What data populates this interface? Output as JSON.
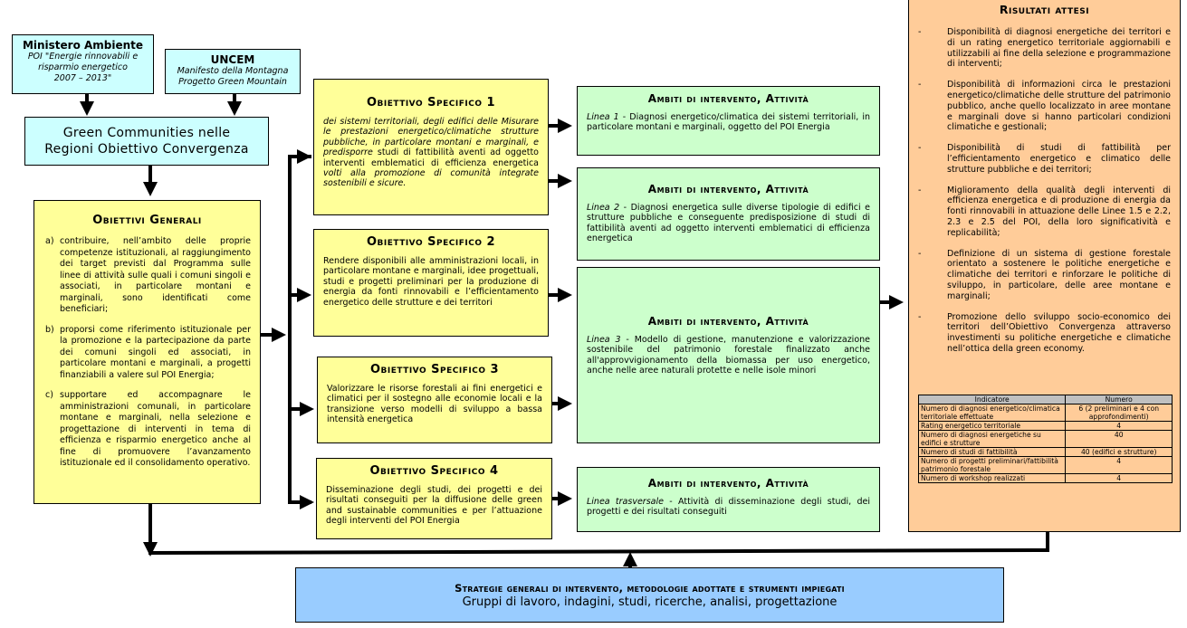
{
  "sources": [
    {
      "title": "Ministero Ambiente",
      "subtitle_lines": [
        "POI \"Energie rinnovabili e",
        "risparmio energetico",
        "2007 – 2013\""
      ]
    },
    {
      "title": "UNCEM",
      "subtitle_lines": [
        "Manifesto della Montagna",
        "Progetto Green Mountain"
      ]
    }
  ],
  "program": {
    "title_lines": [
      "Green Communities nelle",
      "Regioni Obiettivo Convergenza"
    ]
  },
  "obiettivi_generali": {
    "title": "Obiettivi Generali",
    "items": [
      {
        "marker": "a)",
        "text": "contribuire, nell’ambito delle proprie competenze istituzionali, al raggiungimento dei target previsti dal Programma sulle linee di attività sulle quali i comuni singoli e associati, in particolare montani e marginali, sono identificati come beneficiari;"
      },
      {
        "marker": "b)",
        "text": "proporsi come riferimento istituzionale per la promozione e la partecipazione da parte dei comuni singoli ed associati, in particolare montani e marginali, a progetti finanziabili a valere sul POI Energia;"
      },
      {
        "marker": "c)",
        "text": "supportare ed accompagnare le amministrazioni comunali, in particolare montane e marginali, nella selezione e progettazione di interventi in tema di efficienza e risparmio energetico anche al fine di promuovere l’avanzamento istituzionale ed il consolidamento operativo."
      }
    ]
  },
  "obiettivi_specifici": [
    {
      "title": "Obiettivo Specifico 1",
      "italic_a": "dei sistemi territoriali, degli edifici delle Misurare le prestazioni energetico/climatiche strutture pubbliche, in particolare montani e marginali, e predisporre",
      "normal": " studi di fattibilità aventi ad oggetto interventi emblematici di efficienza energetica ",
      "italic_b": "volti alla promozione di comunità integrate sostenibili e sicure."
    },
    {
      "title": "Obiettivo Specifico 2",
      "text": "Rendere disponibili alle amministrazioni locali, in particolare montane e marginali, idee progettuali, studi e progetti preliminari per la produzione di energia da fonti rinnovabili e l’efficientamento energetico delle strutture e dei territori"
    },
    {
      "title": "Obiettivo Specifico 3",
      "text": "Valorizzare le risorse forestali ai fini energetici e climatici per il sostegno alle economie locali e la transizione verso modelli di sviluppo a bassa intensità energetica"
    },
    {
      "title": "Obiettivo Specifico 4",
      "text": "Disseminazione degli studi, dei progetti e dei risultati conseguiti per la diffusione delle green and sustainable communities e per l’attuazione degli interventi del POI Energia"
    }
  ],
  "ambiti": [
    {
      "title": "Ambiti di intervento, Attività",
      "line_label": "Linea 1",
      "text": " - Diagnosi energetico/climatica dei sistemi territoriali, in particolare montani e marginali, oggetto del POI Energia"
    },
    {
      "title": "Ambiti di intervento, Attività",
      "line_label": "Linea 2",
      "text": " - Diagnosi energetica sulle diverse tipologie di edifici e strutture pubbliche e conseguente predisposizione di studi di fattibilità aventi ad oggetto interventi emblematici di efficienza energetica"
    },
    {
      "title": "Ambiti di intervento, Attività",
      "line_label": "Linea 3",
      "text": " - Modello di gestione, manutenzione e valorizzazione sostenibile del patrimonio forestale finalizzato anche all'approvvigionamento della biomassa per uso energetico, anche nelle aree naturali protette e nelle isole minori"
    },
    {
      "title": "Ambiti di intervento, Attività",
      "line_label": "Linea trasversale",
      "text": " - Attività di disseminazione degli studi, dei progetti e dei risultati conseguiti"
    }
  ],
  "risultati": {
    "title": "Risultati attesi",
    "items": [
      {
        "marker": "-",
        "text": "Disponibilità di diagnosi energetiche dei territori e di un rating energetico territoriale aggiornabili e utilizzabili ai fine della selezione e programmazione di interventi;"
      },
      {
        "marker": "-",
        "text": "Disponibilità di informazioni circa le prestazioni energetico/climatiche delle strutture del patrimonio pubblico, anche quello localizzato in aree montane e marginali dove si hanno particolari condizioni climatiche e gestionali;"
      },
      {
        "marker": "-",
        "text": "Disponibilità di studi di fattibilità per l’efficientamento energetico e climatico delle strutture pubbliche e dei territori;"
      },
      {
        "marker": "-",
        "text": "Miglioramento della qualità degli interventi di efficienza energetica e di produzione di energia da fonti rinnovabili in attuazione delle Linee 1.5 e 2.2, 2.3 e 2.5 del POI, della loro significatività e replicabilità;"
      },
      {
        "marker": "-",
        "text": "Definizione di un sistema di gestione forestale orientato a sostenere le politiche energetiche e climatiche dei territori e rinforzare le politiche di sviluppo, in particolare, delle aree montane e marginali;"
      },
      {
        "marker": "-",
        "text": "Promozione dello sviluppo socio-economico dei territori dell’Obiettivo Convergenza attraverso investimenti su politiche energetiche e climatiche nell’ottica della green economy."
      }
    ],
    "table": {
      "headers": [
        "Indicatore",
        "Numero"
      ],
      "rows": [
        [
          "Numero di diagnosi energetico/climatica territoriale effettuate",
          "6 (2 preliminari e 4 con approfondimenti)"
        ],
        [
          "Rating energetico territoriale",
          "4"
        ],
        [
          "Numero di diagnosi energetiche su edifici e strutture",
          "40"
        ],
        [
          "Numero di studi di fattibilità",
          "40 (edifici e strutture)"
        ],
        [
          "Numero di progetti preliminari/fattibilità patrimonio forestale",
          "4"
        ],
        [
          "Numero di workshop realizzati",
          "4"
        ]
      ]
    }
  },
  "strategie": {
    "title": "Strategie generali di intervento, metodologie adottate e strumenti impiegati",
    "subtitle": "Gruppi di lavoro, indagini, studi, ricerche, analisi, progettazione"
  }
}
